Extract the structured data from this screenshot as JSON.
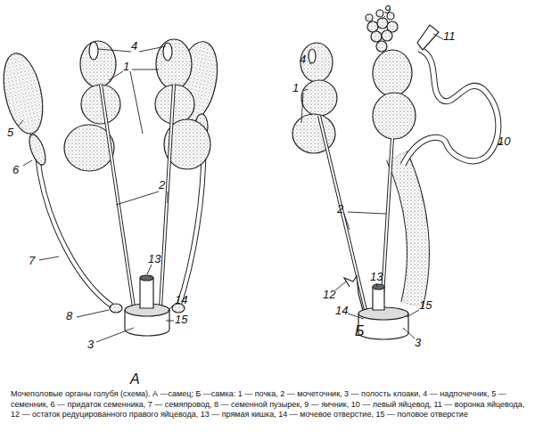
{
  "diagram": {
    "caption": "Мочеполовые органы голубя (схема). А —самец; Б —самка: 1 — почка, 2 — мочеточник, 3 — полость клоаки, 4 — надпочечник, 5 — семенник, 6 — придаток семенника, 7 — семяпровод, 8 — семенной пузырек, 9 — яичник, 10 — левый яйцевод, 11 — воронка яйцевода, 12 — остаток редуцированного правого яйцевода, 13 — прямая кишка, 14 — мочевое отверстие, 15 — половое отверстие",
    "labels": [
      "4",
      "1",
      "5",
      "6",
      "7",
      "2",
      "13",
      "8",
      "14",
      "15",
      "3",
      "А",
      "9",
      "11",
      "4",
      "1",
      "10",
      "2",
      "13",
      "12",
      "15",
      "14",
      "3",
      "Б"
    ]
  }
}
